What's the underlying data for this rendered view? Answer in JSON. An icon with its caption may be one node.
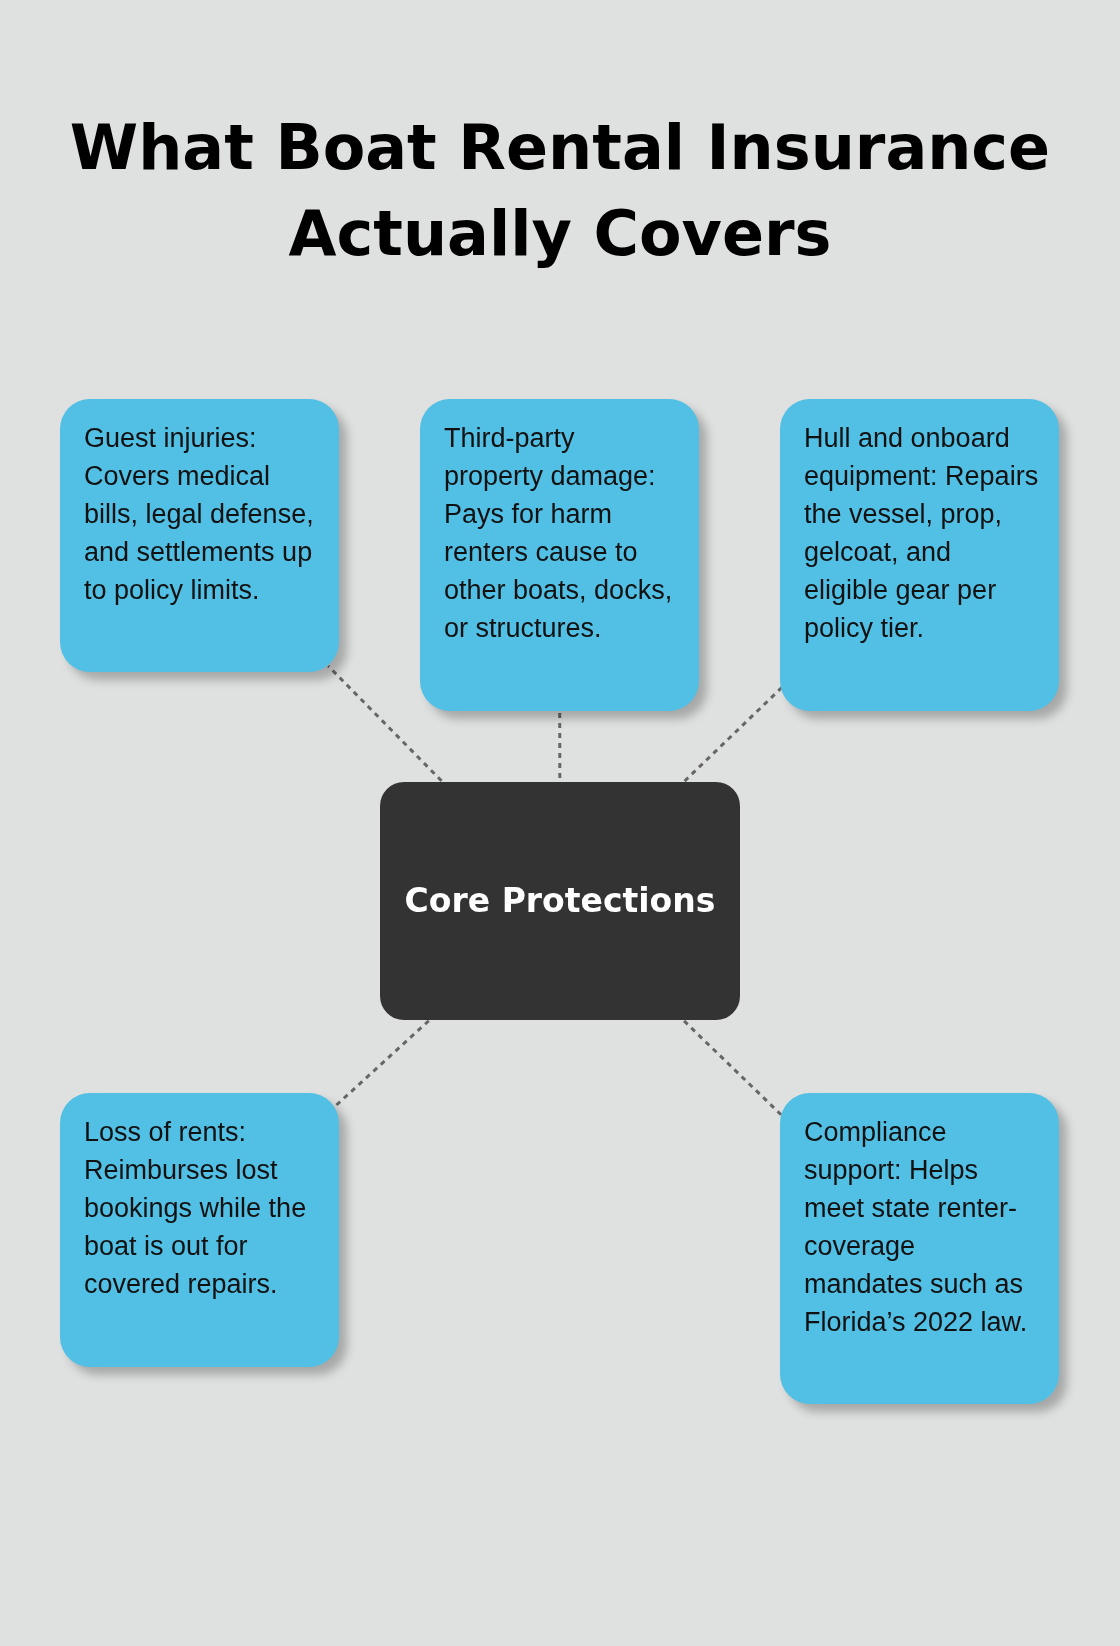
{
  "diagram": {
    "title": "What Boat Rental Insurance Actually Covers",
    "nodes": [
      {
        "text": [
          "Guest injuries: Covers medical bills, legal defense, and settlements up to policy limits."
        ]
      },
      {
        "text": [
          "Third-party property damage: Pays for harm renters cause to other boats, docks, or structures."
        ]
      },
      {
        "text": [
          "Hull and onboard equipment: Repairs the vessel, prop, gelcoat, and eligible gear per policy tier."
        ]
      },
      {
        "text": [
          "Core Protections"
        ]
      },
      {
        "text": [
          "Loss of rents: Reimburses lost bookings while the boat is out for covered repairs."
        ]
      },
      {
        "text": [
          "Compliance support: Helps meet state renter-coverage mandates such as Florida’s 2022 law."
        ]
      }
    ],
    "edges": [
      {
        "from": 3,
        "to": 0,
        "arrow": "none"
      },
      {
        "from": 3,
        "to": 1,
        "arrow": "none"
      },
      {
        "from": 3,
        "to": 2,
        "arrow": "none"
      },
      {
        "from": 3,
        "to": 4,
        "arrow": "none"
      },
      {
        "from": 3,
        "to": 5,
        "arrow": "none"
      }
    ]
  }
}
